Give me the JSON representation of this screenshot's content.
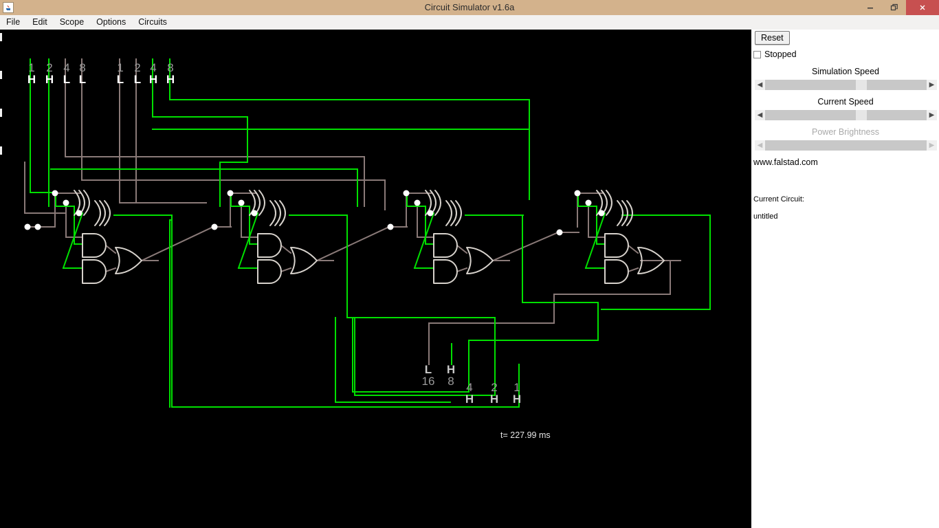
{
  "window": {
    "title": "Circuit Simulator v1.6a",
    "app_icon": "java-coffee-cup-icon",
    "buttons": {
      "minimize": "–",
      "restore": "❐",
      "close": "✕"
    }
  },
  "menubar": {
    "items": [
      {
        "label": "File"
      },
      {
        "label": "Edit"
      },
      {
        "label": "Scope"
      },
      {
        "label": "Options"
      },
      {
        "label": "Circuits"
      }
    ]
  },
  "sidebar": {
    "reset_label": "Reset",
    "stopped_label": "Stopped",
    "stopped_checked": false,
    "sliders": [
      {
        "label": "Simulation Speed",
        "enabled": true,
        "thumb_pct": 56
      },
      {
        "label": "Current Speed",
        "enabled": true,
        "thumb_pct": 56
      },
      {
        "label": "Power Brightness",
        "enabled": false,
        "thumb_pct": 56
      }
    ],
    "website": "www.falstad.com",
    "current_circuit_label": "Current Circuit:",
    "current_circuit_name": "untitled"
  },
  "canvas": {
    "background": "#000000",
    "wire_high_color": "#00e000",
    "wire_low_color": "#8a7a78",
    "gate_color": "#d7d2cc",
    "junction_color": "#ffffff",
    "time_label": "t= 227.99 ms",
    "inputs_a": [
      {
        "weight": "1",
        "state": "H",
        "high": true
      },
      {
        "weight": "2",
        "state": "H",
        "high": true
      },
      {
        "weight": "4",
        "state": "L",
        "high": false
      },
      {
        "weight": "8",
        "state": "L",
        "high": false
      }
    ],
    "inputs_b": [
      {
        "weight": "1",
        "state": "L",
        "high": false
      },
      {
        "weight": "2",
        "state": "L",
        "high": false
      },
      {
        "weight": "4",
        "state": "H",
        "high": true
      },
      {
        "weight": "8",
        "state": "H",
        "high": true
      }
    ],
    "outputs": [
      {
        "weight": "16",
        "state": "L",
        "high": false
      },
      {
        "weight": "8",
        "state": "H",
        "high": true
      },
      {
        "weight": "4",
        "state": "H",
        "high": true
      },
      {
        "weight": "2",
        "state": "H",
        "high": true
      },
      {
        "weight": "1",
        "state": "H",
        "high": true
      }
    ]
  }
}
